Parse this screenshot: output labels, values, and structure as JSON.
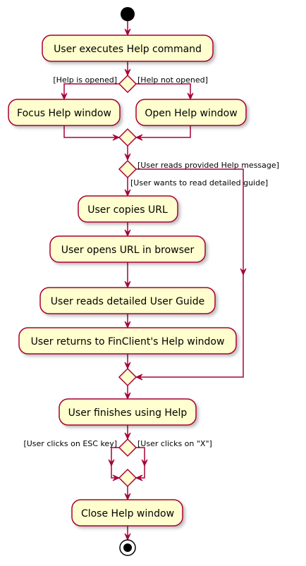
{
  "activities": {
    "execute": "User executes Help command",
    "focus": "Focus Help window",
    "open": "Open Help window",
    "copy_url": "User copies URL",
    "open_url": "User opens URL in browser",
    "read_guide": "User reads detailed User Guide",
    "return": "User returns to FinClient's Help window",
    "finish": "User finishes using Help",
    "close": "Close Help window"
  },
  "guards": {
    "help_opened": "[Help is opened]",
    "help_not_opened": "[Help not opened]",
    "reads_message": "[User reads provided Help message]",
    "wants_guide": "[User wants to read detailed guide]",
    "esc_key": "[User clicks on ESC key]",
    "clicks_x": "[User clicks on \"X\"]"
  },
  "colors": {
    "border": "#A80036",
    "fill": "#FEFECE",
    "node": "#000000"
  }
}
